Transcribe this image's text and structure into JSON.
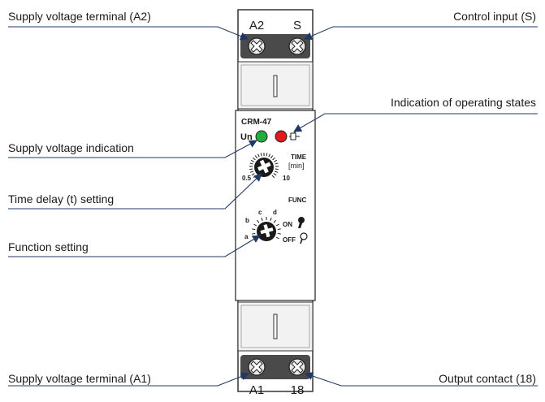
{
  "device": {
    "model": "CRM-47",
    "top_terminals": [
      "A2",
      "S"
    ],
    "bottom_terminals": [
      "A1",
      "18"
    ],
    "led_un_label": "Un",
    "led_colors": {
      "un": "#1fae3c",
      "state": "#e11b1b"
    },
    "time_knob": {
      "title": "TIME",
      "unit": "[min]",
      "min": "0.5",
      "max": "10"
    },
    "func_knob": {
      "title": "FUNC",
      "positions": [
        "a",
        "b",
        "c",
        "d"
      ],
      "on_label": "ON",
      "off_label": "OFF"
    }
  },
  "callouts": {
    "supply_terminal_a2": "Supply voltage terminal (A2)",
    "control_input": "Control input (S)",
    "operating_states": "Indication of operating states",
    "supply_indication": "Supply voltage indication",
    "time_setting": "Time delay (t) setting",
    "function_setting": "Function setting",
    "supply_terminal_a1": "Supply voltage terminal (A1)",
    "output_contact": "Output contact (18)"
  },
  "colors": {
    "leader_line": "#1f3864",
    "terminal_block": "#4a4a4a"
  }
}
